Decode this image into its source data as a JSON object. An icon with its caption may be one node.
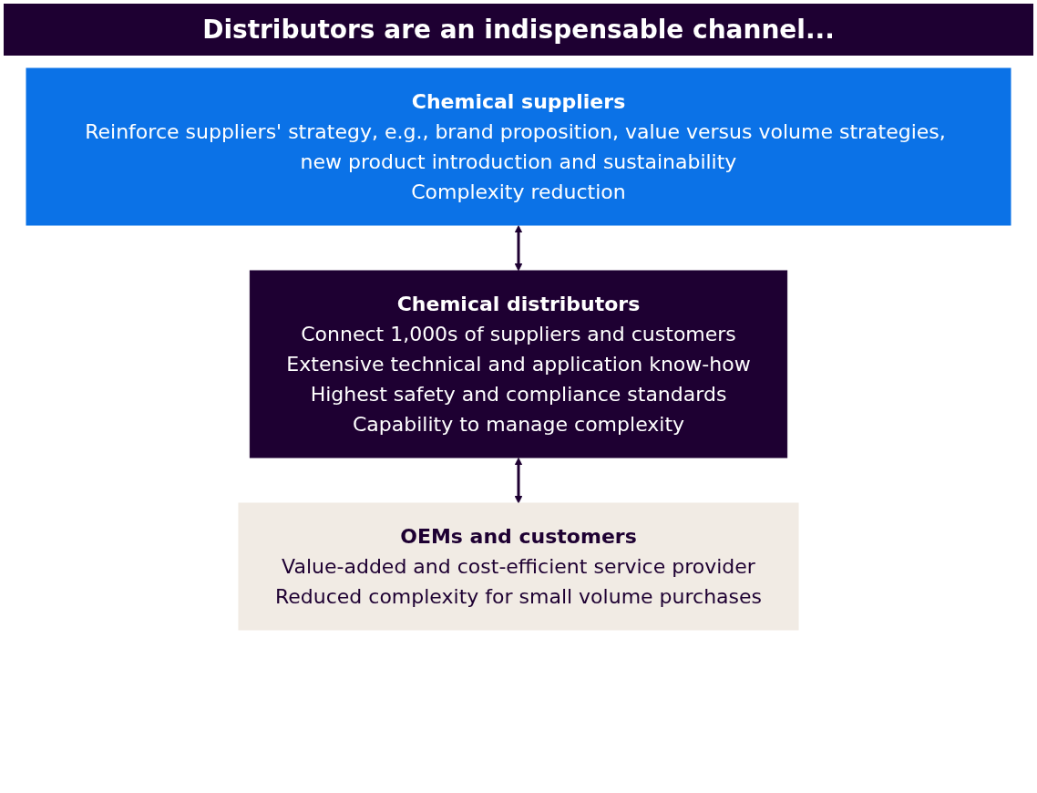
{
  "diagram": {
    "title": "Distributors are an indispensable channel...",
    "nodes": [
      {
        "text": [
          "Chemical suppliers",
          "Reinforce suppliers' strategy, e.g., brand proposition, value versus volume strategies, new product introduction and sustainability",
          "Complexity reduction"
        ]
      },
      {
        "text": [
          "Chemical distributors",
          "Connect 1,000s of suppliers and customers",
          "Extensive technical and application know-how",
          "Highest safety and compliance standards",
          "Capability to manage complexity"
        ]
      },
      {
        "text": [
          "OEMs and customers",
          "Value-added and cost-efficient service provider",
          "Reduced complexity for small volume purchases"
        ]
      }
    ],
    "edges": [
      {
        "from": 0,
        "to": 1,
        "arrow": "both"
      },
      {
        "from": 1,
        "to": 2,
        "arrow": "both"
      }
    ]
  }
}
